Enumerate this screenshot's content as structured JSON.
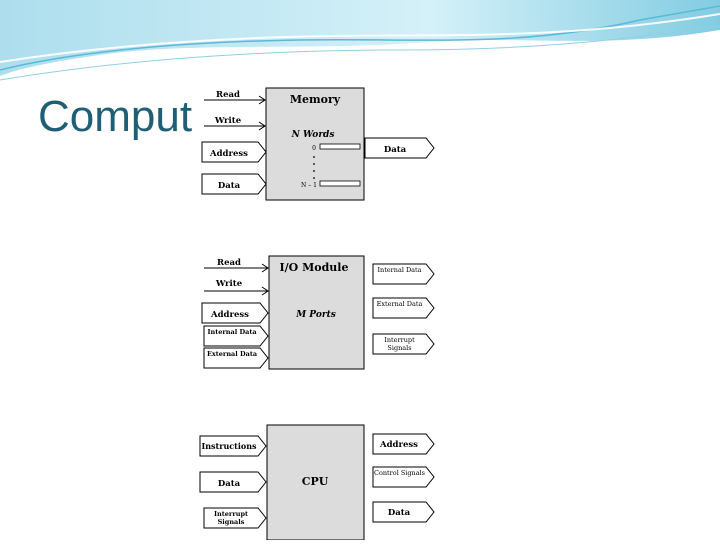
{
  "slide": {
    "title": "Comput",
    "accent_colors": {
      "title": "#1f5f75",
      "wave_light": "#bfe6f2",
      "wave_dark": "#5bb9d6"
    }
  },
  "diagram": {
    "memory": {
      "title": "Memory",
      "subtitle": "N Words",
      "first_index": "0",
      "last_index": "N – 1",
      "inputs": [
        "Read",
        "Write",
        "Address",
        "Data"
      ],
      "outputs": [
        "Data"
      ]
    },
    "io_module": {
      "title": "I/O Module",
      "subtitle": "M Ports",
      "inputs": [
        "Read",
        "Write",
        "Address",
        "Internal Data",
        "External Data"
      ],
      "outputs": [
        "Internal Data",
        "External Data",
        "Interrupt Signals"
      ]
    },
    "cpu": {
      "title": "CPU",
      "inputs": [
        "Instructions",
        "Data",
        "Interrupt Signals"
      ],
      "outputs": [
        "Address",
        "Control Signals",
        "Data"
      ]
    }
  }
}
